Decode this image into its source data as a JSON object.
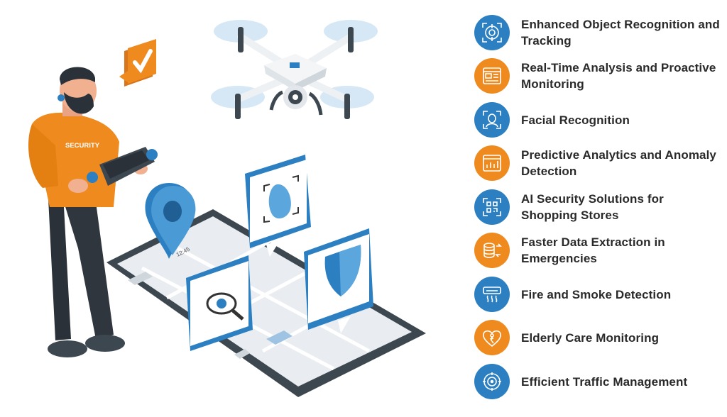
{
  "features": [
    {
      "label": "Enhanced Object Recognition and Tracking",
      "icon": "target-scan-icon",
      "color": "blue"
    },
    {
      "label": "Real-Time Analysis and Proactive Monitoring",
      "icon": "dashboard-monitor-icon",
      "color": "orange"
    },
    {
      "label": "Facial Recognition",
      "icon": "face-scan-icon",
      "color": "blue"
    },
    {
      "label": "Predictive Analytics and Anomaly Detection",
      "icon": "analytics-chart-icon",
      "color": "orange"
    },
    {
      "label": "AI Security Solutions for Shopping Stores",
      "icon": "qr-scan-icon",
      "color": "blue"
    },
    {
      "label": "Faster Data Extraction in Emergencies",
      "icon": "database-transfer-icon",
      "color": "orange"
    },
    {
      "label": "Fire and Smoke Detection",
      "icon": "smoke-detector-icon",
      "color": "blue"
    },
    {
      "label": "Elderly Care Monitoring",
      "icon": "heart-care-icon",
      "color": "orange"
    },
    {
      "label": "Efficient Traffic Management",
      "icon": "traffic-target-icon",
      "color": "blue"
    }
  ],
  "illustration": {
    "shirt_text": "SECURITY",
    "phone_time": "12:45"
  },
  "colors": {
    "blue": "#2c7fc1",
    "orange": "#ee8a1e",
    "dark": "#37414b"
  }
}
